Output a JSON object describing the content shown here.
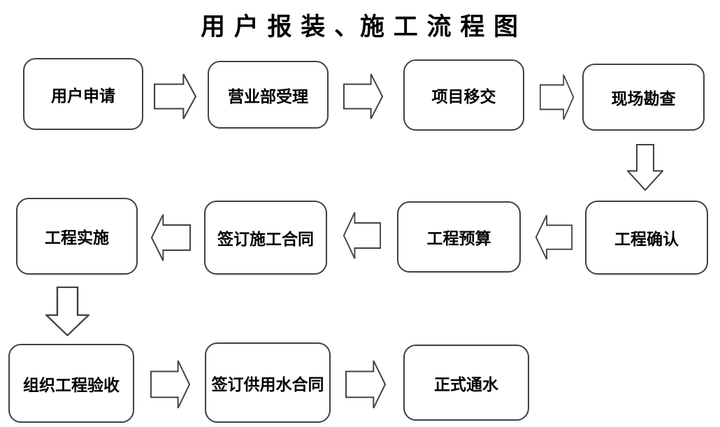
{
  "title": "用 户 报 装 、施 工 流 程 图",
  "colors": {
    "outline": "#404040",
    "node_fill": "#ffffff",
    "text": "#000000",
    "background": "#ffffff"
  },
  "nodes": [
    {
      "id": "user-application",
      "label": "用户申请"
    },
    {
      "id": "business-dept-acceptance",
      "label": "营业部受理"
    },
    {
      "id": "project-handover",
      "label": "项目移交"
    },
    {
      "id": "site-survey",
      "label": "现场勘查"
    },
    {
      "id": "project-confirmation",
      "label": "工程确认"
    },
    {
      "id": "project-budget",
      "label": "工程预算"
    },
    {
      "id": "sign-construction-contract",
      "label": "签订施工合同"
    },
    {
      "id": "project-implementation",
      "label": "工程实施"
    },
    {
      "id": "organize-acceptance",
      "label": "组织工程验收"
    },
    {
      "id": "sign-water-supply-contract",
      "label": "签订供用水合同"
    },
    {
      "id": "official-water-supply",
      "label": "正式通水"
    }
  ],
  "edges": [
    {
      "from": "用户申请",
      "to": "营业部受理",
      "direction": "right"
    },
    {
      "from": "营业部受理",
      "to": "项目移交",
      "direction": "right"
    },
    {
      "from": "项目移交",
      "to": "现场勘查",
      "direction": "right"
    },
    {
      "from": "现场勘查",
      "to": "工程确认",
      "direction": "down"
    },
    {
      "from": "工程确认",
      "to": "工程预算",
      "direction": "left"
    },
    {
      "from": "工程预算",
      "to": "签订施工合同",
      "direction": "left"
    },
    {
      "from": "签订施工合同",
      "to": "工程实施",
      "direction": "left"
    },
    {
      "from": "工程实施",
      "to": "组织工程验收",
      "direction": "down"
    },
    {
      "from": "组织工程验收",
      "to": "签订供用水合同",
      "direction": "right"
    },
    {
      "from": "签订供用水合同",
      "to": "正式通水",
      "direction": "right"
    }
  ]
}
